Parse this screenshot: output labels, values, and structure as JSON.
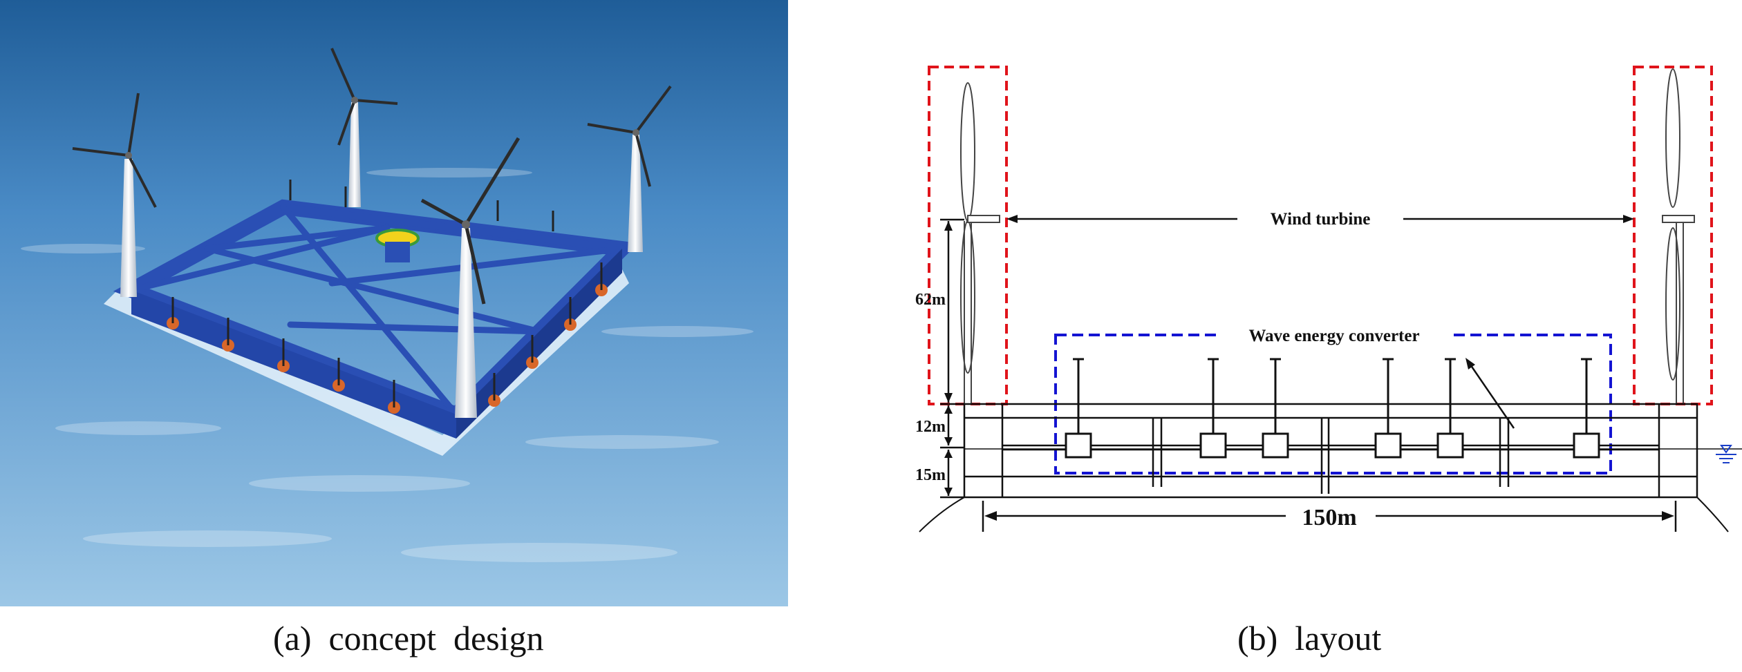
{
  "panel_a": {
    "caption": "(a)  concept  design",
    "colors": {
      "sea_top": "#1d5c9a",
      "sea_bottom": "#7fb6df",
      "platform": "#2c54b8",
      "tower": "#e8ecf2",
      "float": "#d96a2a"
    }
  },
  "panel_b": {
    "caption": "(b)  layout",
    "labels": {
      "wind_turbine": "Wind turbine",
      "wave_energy_converter": "Wave energy converter",
      "h62": "62m",
      "h12": "12m",
      "h15": "15m",
      "w150": "150m"
    },
    "colors": {
      "turbine_box": "#e0141b",
      "wec_box": "#1414d2",
      "line": "#111111"
    }
  }
}
